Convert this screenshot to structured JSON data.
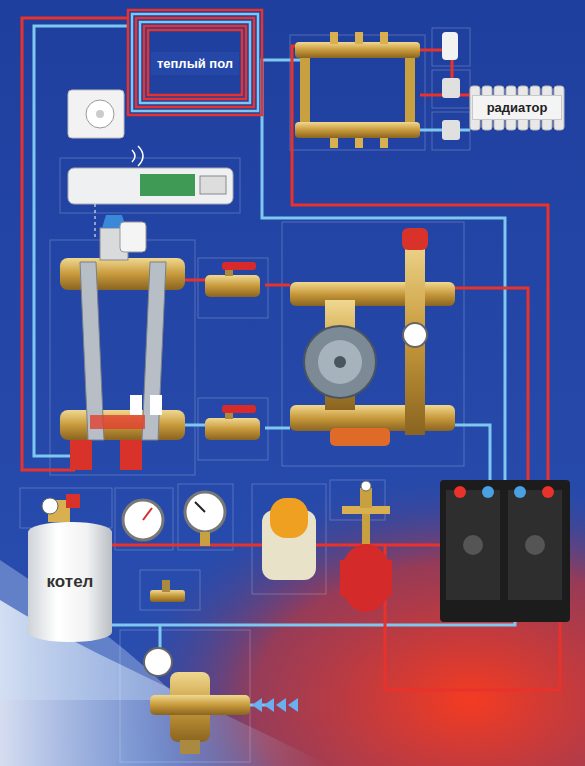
{
  "diagram": {
    "nodes": [
      {
        "text": [
          "теплый пол"
        ]
      },
      {
        "text": [
          "радиатор"
        ]
      },
      {
        "text": [
          "котел"
        ]
      }
    ]
  }
}
